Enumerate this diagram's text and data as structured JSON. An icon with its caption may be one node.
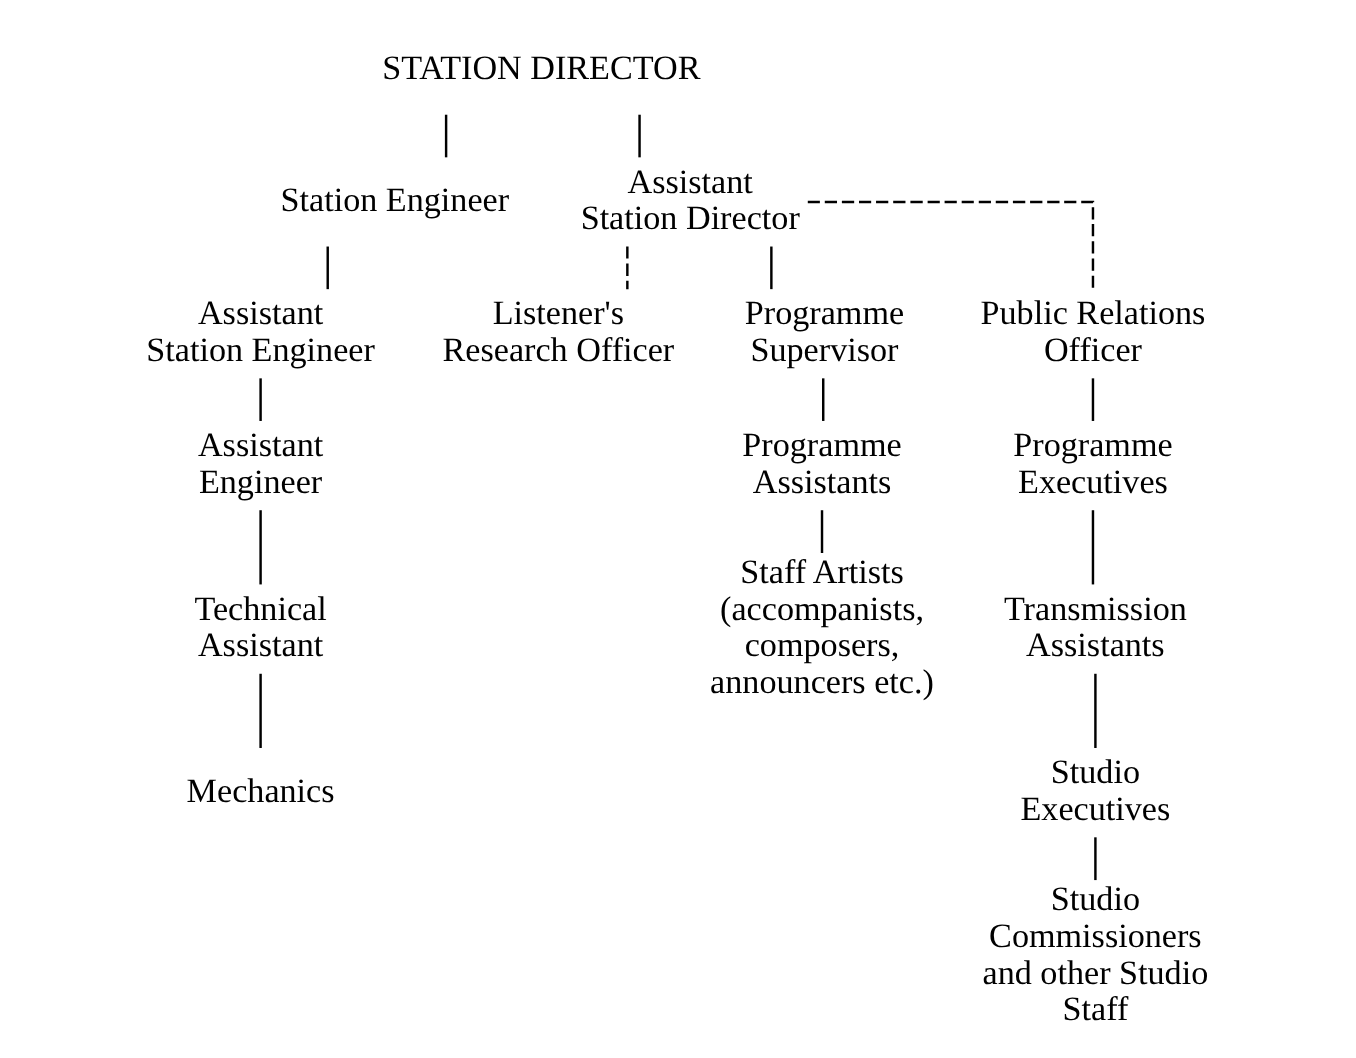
{
  "diagram": {
    "nodes": [
      {
        "text": [
          "STATION DIRECTOR"
        ]
      },
      {
        "text": [
          "Station Engineer"
        ]
      },
      {
        "text": [
          "Assistant Station Engineer"
        ]
      },
      {
        "text": [
          "Assistant Engineer"
        ]
      },
      {
        "text": [
          "Technical Assistant"
        ]
      },
      {
        "text": [
          "Mechanics"
        ]
      },
      {
        "text": [
          "Assistant Station Director"
        ]
      },
      {
        "text": [
          "Listener's Research Officer"
        ]
      },
      {
        "text": [
          "Programme Supervisor"
        ]
      },
      {
        "text": [
          "Programme Assistants"
        ]
      },
      {
        "text": [
          "Staff Artists (accompanists, composers, announcers etc.)"
        ]
      },
      {
        "text": [
          "Public Relations Officer"
        ]
      },
      {
        "text": [
          "Programme Executives"
        ]
      },
      {
        "text": [
          "Transmission Assistants"
        ]
      },
      {
        "text": [
          "Studio Executives"
        ]
      },
      {
        "text": [
          "Studio Commissioners and other Studio Staff"
        ]
      }
    ],
    "edges": [
      {
        "from": 0,
        "to": 1,
        "arrow": "none"
      },
      {
        "from": 0,
        "to": 6,
        "arrow": "none"
      },
      {
        "from": 1,
        "to": 2,
        "arrow": "none"
      },
      {
        "from": 2,
        "to": 3,
        "arrow": "none"
      },
      {
        "from": 3,
        "to": 4,
        "arrow": "none"
      },
      {
        "from": 4,
        "to": 5,
        "arrow": "none"
      },
      {
        "from": 6,
        "to": 7,
        "arrow": "none",
        "style": "dashed"
      },
      {
        "from": 6,
        "to": 8,
        "arrow": "none"
      },
      {
        "from": 6,
        "to": 11,
        "arrow": "none",
        "style": "dashed"
      },
      {
        "from": 8,
        "to": 9,
        "arrow": "none"
      },
      {
        "from": 9,
        "to": 10,
        "arrow": "none"
      },
      {
        "from": 11,
        "to": 12,
        "arrow": "none"
      },
      {
        "from": 12,
        "to": 13,
        "arrow": "none"
      },
      {
        "from": 13,
        "to": 14,
        "arrow": "none"
      },
      {
        "from": 14,
        "to": 15,
        "arrow": "none"
      }
    ]
  }
}
